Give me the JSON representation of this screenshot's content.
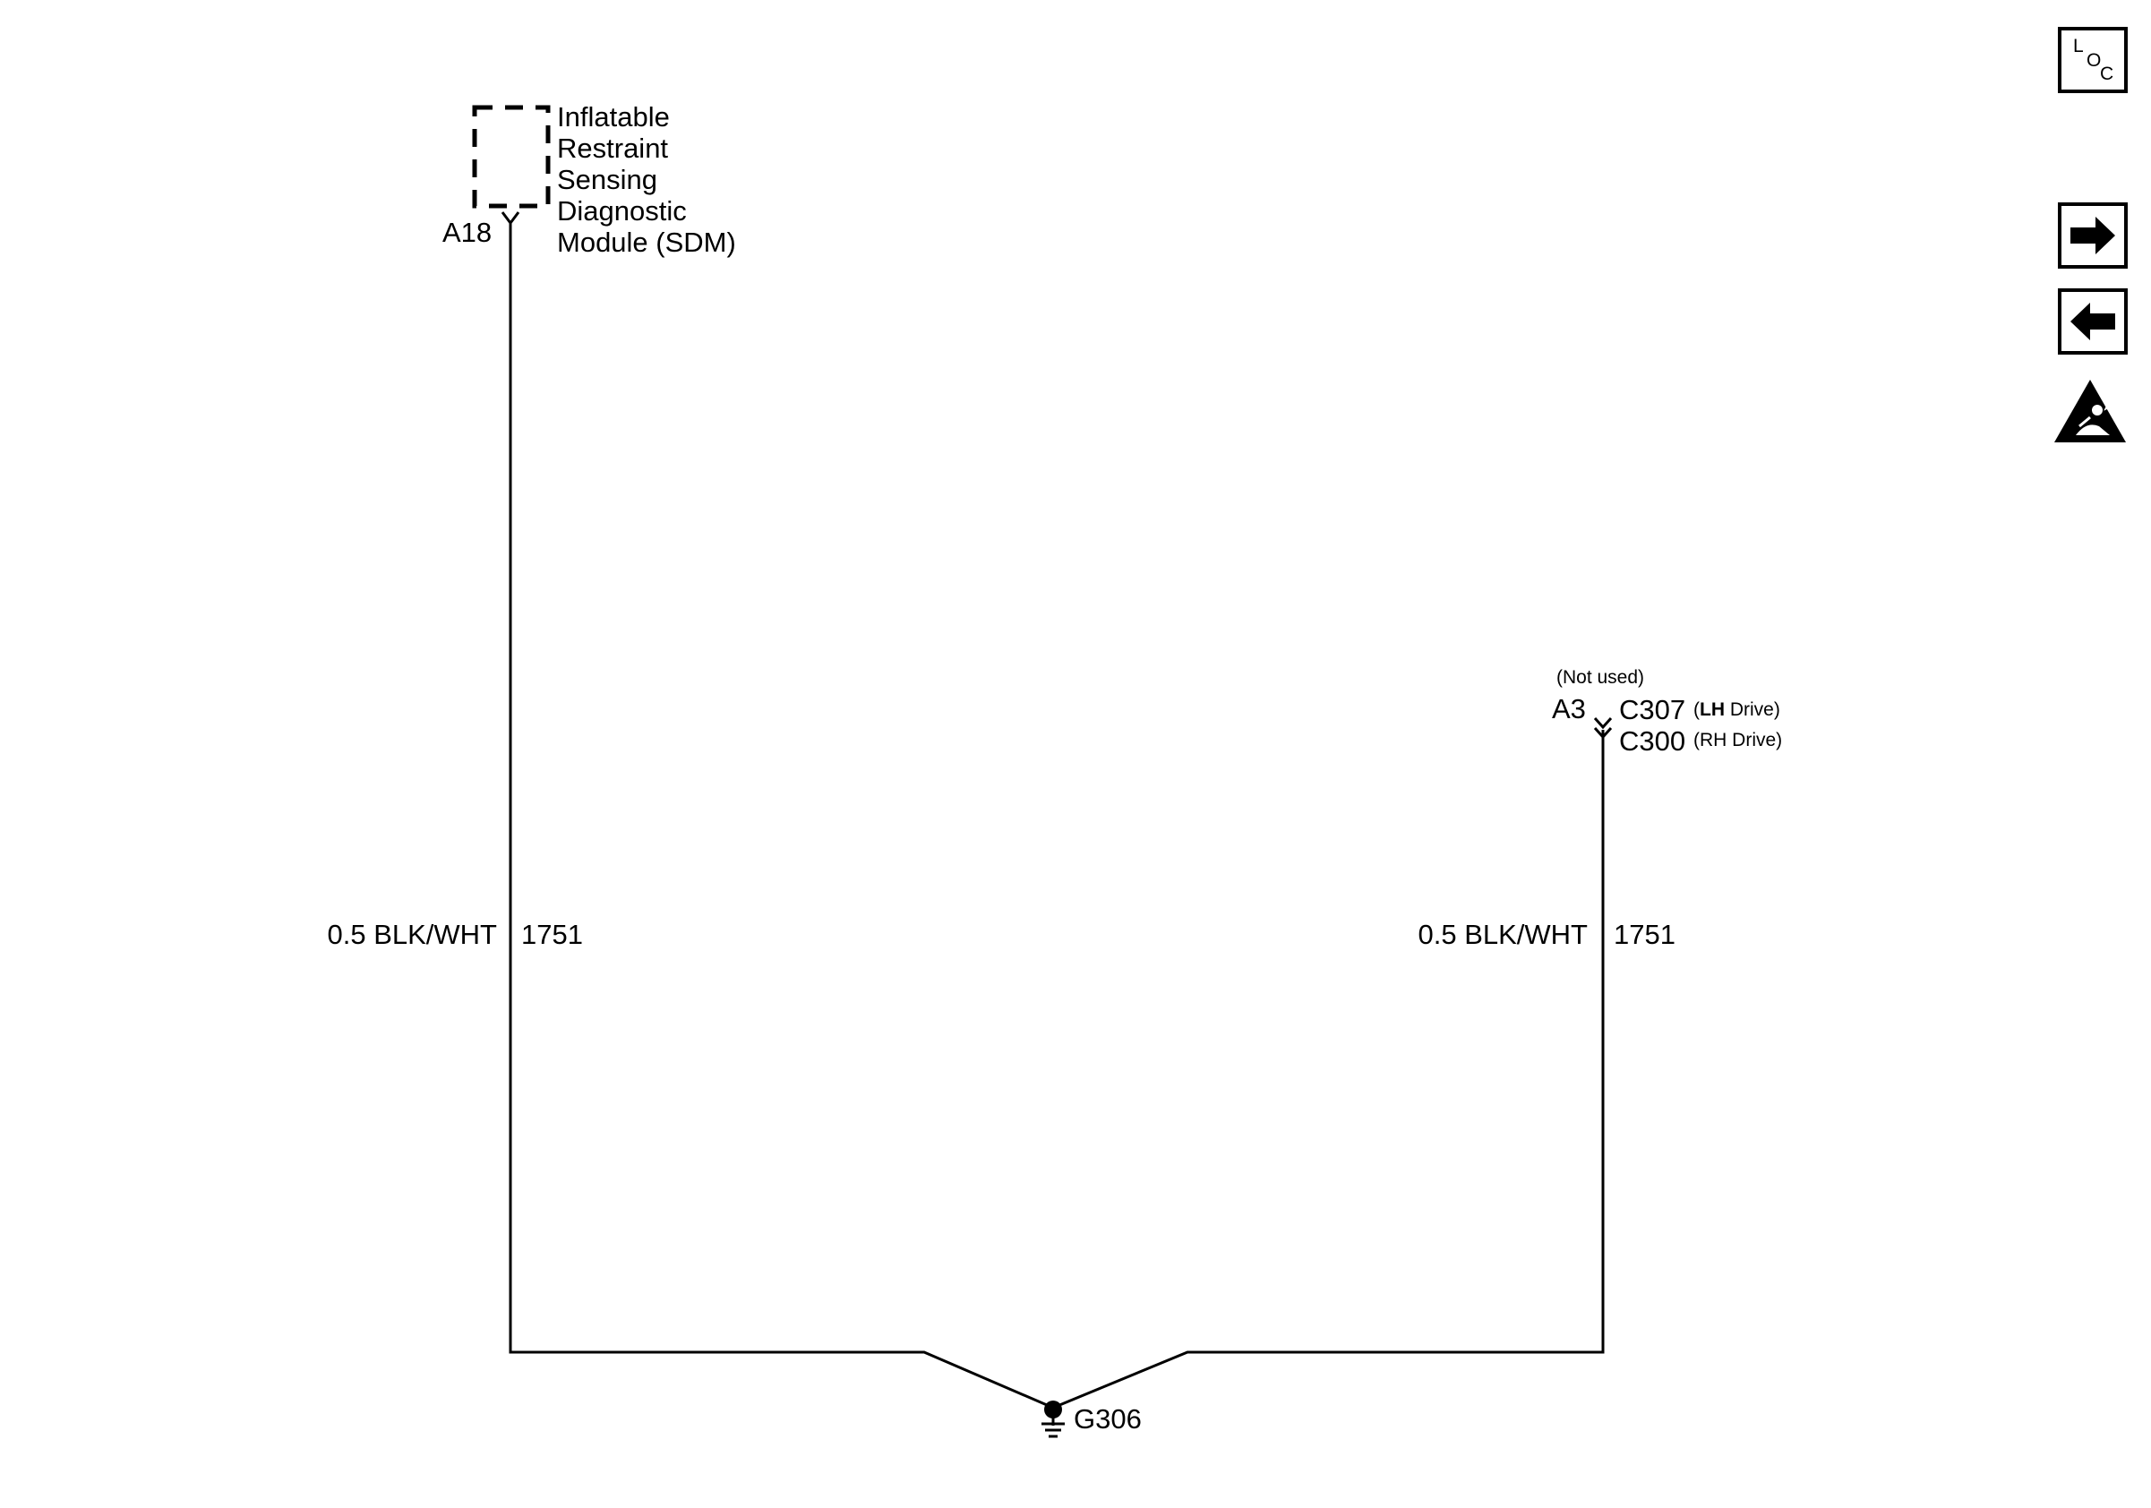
{
  "sdm": {
    "name_lines": [
      "Inflatable",
      "Restraint",
      "Sensing",
      "Diagnostic",
      "Module (SDM)"
    ],
    "pin": "A18"
  },
  "connector": {
    "note": "(Not used)",
    "pin": "A3",
    "c1_id": "C307",
    "c1_qualifier_bold": "LH",
    "c1_qualifier_rest": "Drive)",
    "c2_id": "C300",
    "c2_qualifier": "(RH Drive)"
  },
  "wires": {
    "left": {
      "spec": "0.5 BLK/WHT",
      "circuit": "1751"
    },
    "right": {
      "spec": "0.5 BLK/WHT",
      "circuit": "1751"
    }
  },
  "ground": {
    "id": "G306"
  },
  "nav": {
    "loc_letters": [
      "L",
      "O",
      "C"
    ],
    "icons": [
      "loc-icon",
      "arrow-right-icon",
      "arrow-left-icon",
      "esd-warning-icon"
    ]
  }
}
